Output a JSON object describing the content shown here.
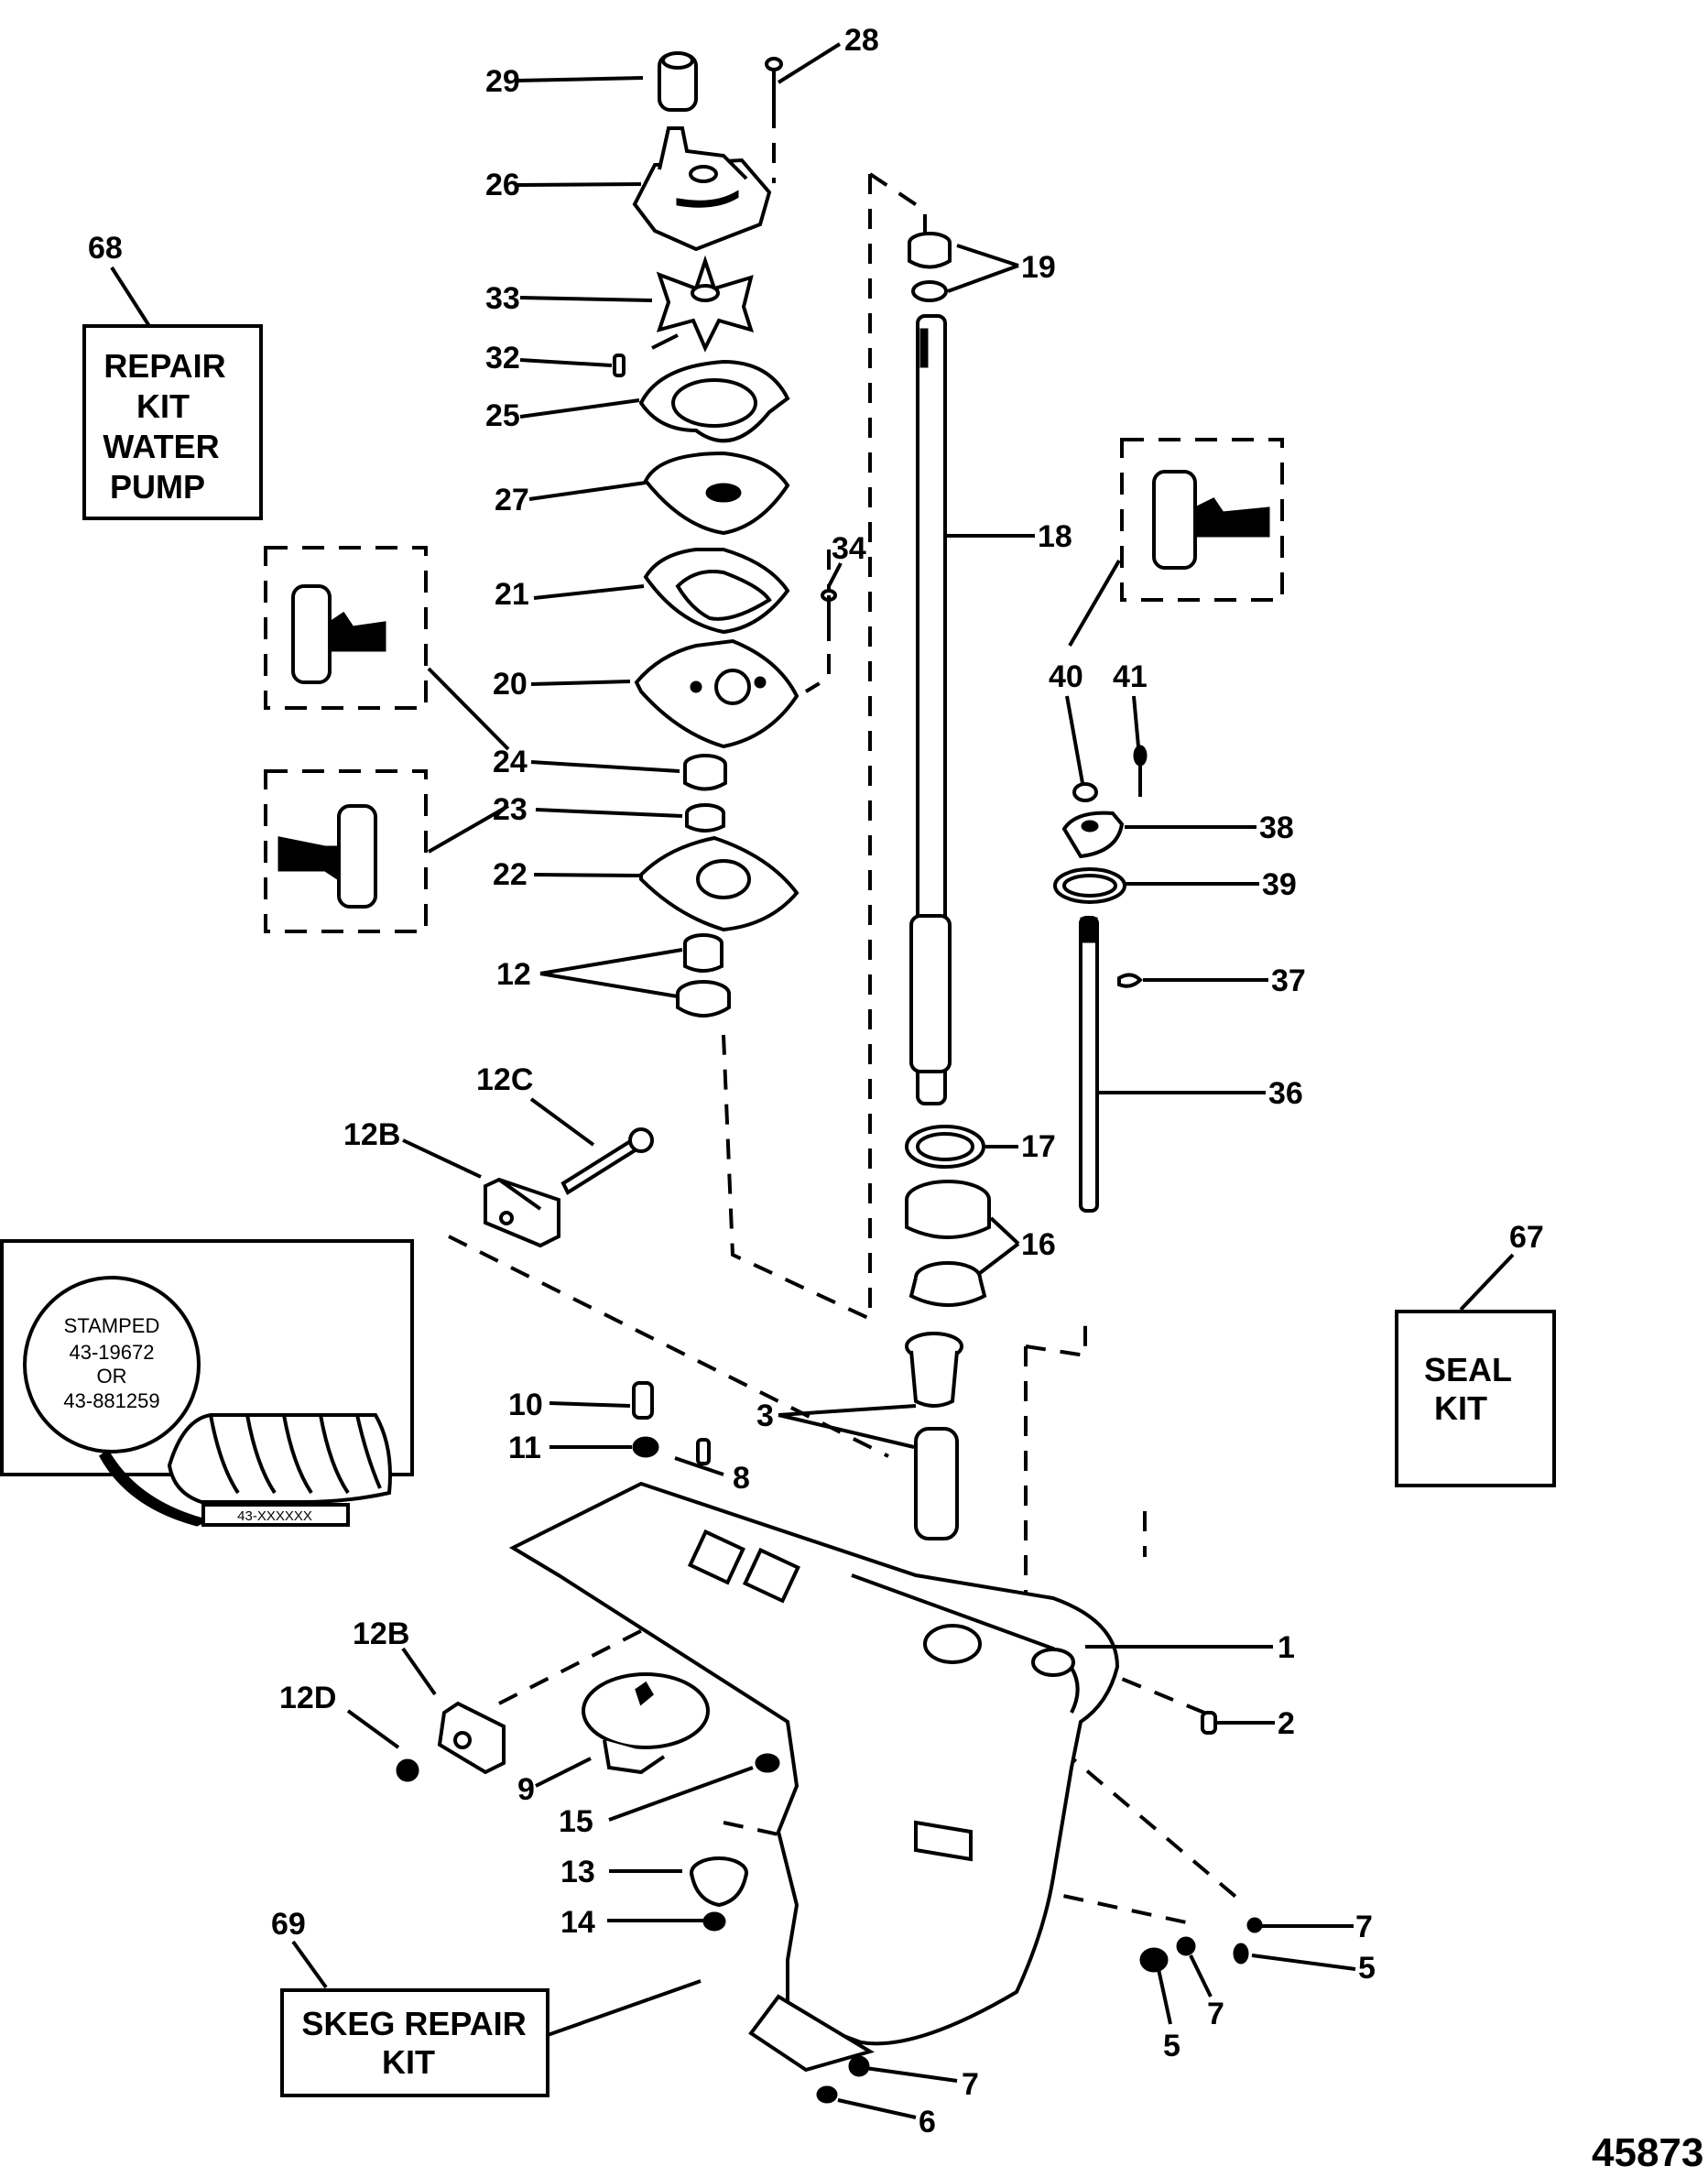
{
  "figure_number": "45873",
  "kits": {
    "water_pump": {
      "ref": "68",
      "lines": [
        "REPAIR",
        "KIT",
        "WATER",
        "PUMP"
      ]
    },
    "seal": {
      "ref": "67",
      "lines": [
        "SEAL",
        "KIT"
      ]
    },
    "skeg": {
      "ref": "69",
      "lines": [
        "SKEG REPAIR",
        "KIT"
      ]
    }
  },
  "stamp_inset": {
    "lines": [
      "STAMPED",
      "43-19672",
      "OR",
      "43-881259"
    ],
    "gear_marking": "43-XXXXXX"
  },
  "callouts": {
    "c1": "1",
    "c2": "2",
    "c3": "3",
    "c5a": "5",
    "c5b": "5",
    "c6": "6",
    "c7a": "7",
    "c7b": "7",
    "c7c": "7",
    "c8": "8",
    "c9": "9",
    "c10": "10",
    "c11": "11",
    "c12": "12",
    "c12b_top": "12B",
    "c12b_bottom": "12B",
    "c12c": "12C",
    "c12d": "12D",
    "c13": "13",
    "c14": "14",
    "c15": "15",
    "c16": "16",
    "c17": "17",
    "c18": "18",
    "c19": "19",
    "c20": "20",
    "c21": "21",
    "c22": "22",
    "c23": "23",
    "c24": "24",
    "c25": "25",
    "c26": "26",
    "c27": "27",
    "c28": "28",
    "c29": "29",
    "c32": "32",
    "c33": "33",
    "c34": "34",
    "c36": "36",
    "c37": "37",
    "c38": "38",
    "c39": "39",
    "c40": "40",
    "c41": "41"
  }
}
